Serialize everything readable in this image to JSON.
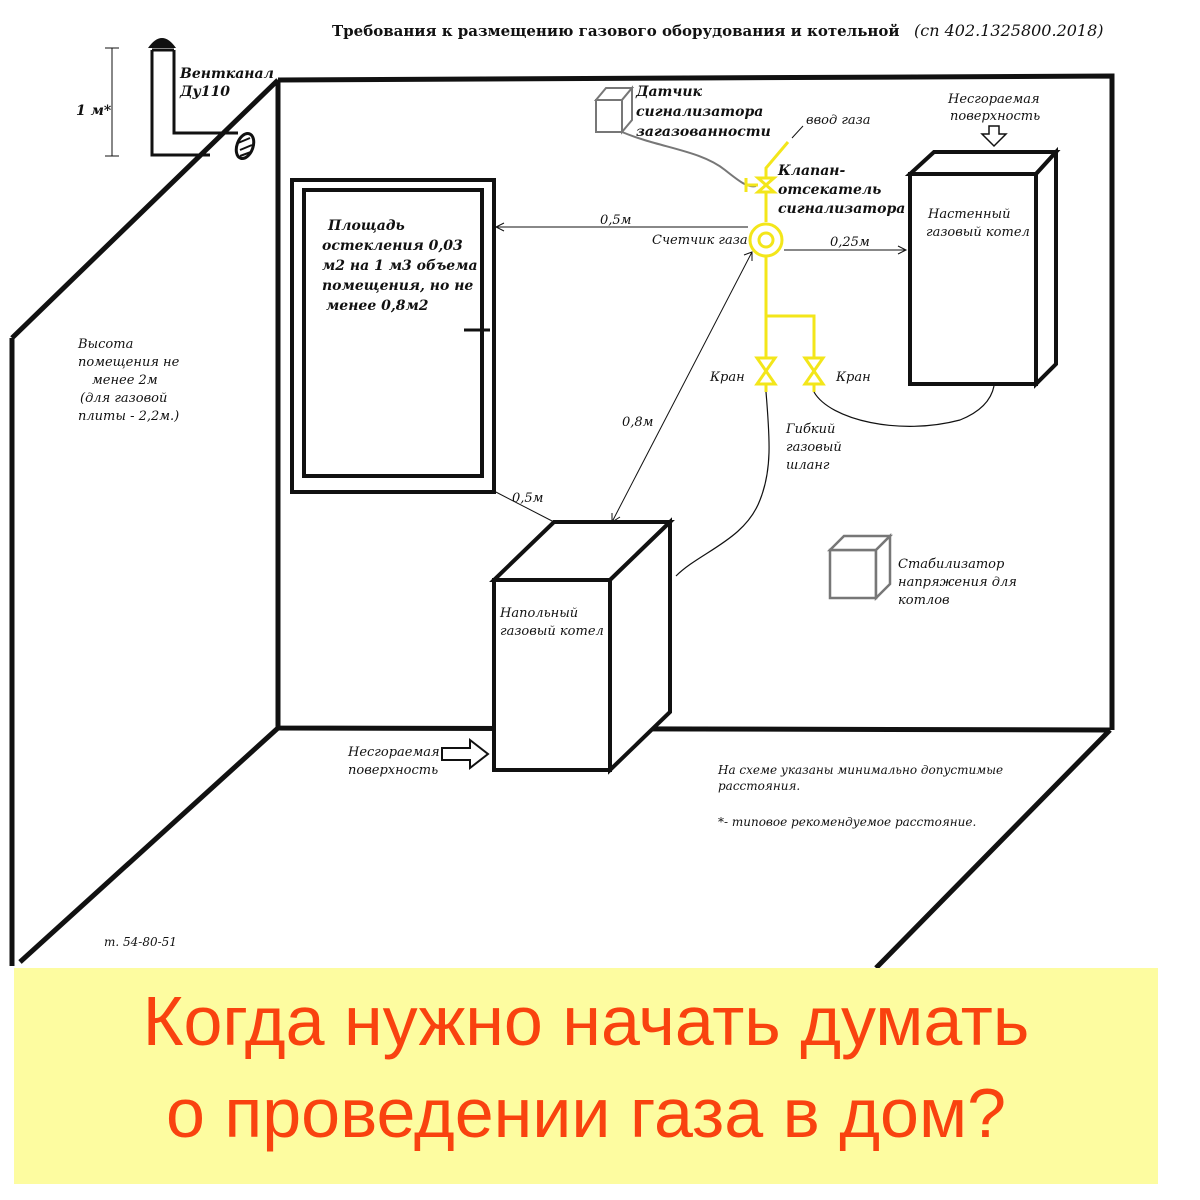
{
  "header": {
    "title": "Требования к размещению газового оборудования и котельной",
    "standard": "(сп 402.1325800.2018)"
  },
  "labels": {
    "vent_name": "Вентканал",
    "vent_size": "Ду110",
    "vent_height": "1 м*",
    "window_area": [
      "Площадь",
      "остекления 0,03",
      "м2 на 1 м3 объема",
      "помещения, но не",
      "менее 0,8м2"
    ],
    "room_height": [
      "Высота",
      "помещения не",
      "менее 2м",
      "(для газовой",
      "плиты - 2,2м.)"
    ],
    "sensor": [
      "Датчик",
      "сигнализатора",
      "загазованности"
    ],
    "gas_inlet": "ввод газа",
    "shutoff_valve": [
      "Клапан-",
      "отсекатель",
      "сигнализатора"
    ],
    "meter": "Счетчик газа",
    "dist_window_meter": "0,5м",
    "dist_meter_wall_boiler": "0,25м",
    "dist_floor_boiler_meter": "0,8м",
    "dist_window_floor_boiler": "0,5м",
    "valve_left": "Кран",
    "valve_right": "Кран",
    "hose": [
      "Гибкий",
      "газовый",
      "шланг"
    ],
    "nonflammable_top": [
      "Несгораемая",
      "поверхность"
    ],
    "wall_boiler": [
      "Настенный",
      "газовый котел"
    ],
    "floor_boiler": [
      "Напольный",
      "газовый котел"
    ],
    "stabilizer": [
      "Стабилизатор",
      "напряжения для",
      "котлов"
    ],
    "nonflammable_bottom": [
      "Несгораемая",
      "поверхность"
    ],
    "note_min": [
      "На схеме указаны минимально допустимые",
      "расстояния."
    ],
    "note_star": "*- типовое рекомендуемое расстояние.",
    "phone": "т. 54-80-51"
  },
  "banner": {
    "line1": "Когда нужно начать думать",
    "line2": "о проведении газа в дом?"
  },
  "colors": {
    "gas_pipe": "#f3e61a",
    "banner_bg": "#fdfca0",
    "banner_text": "#f9420f",
    "lines": "#111111",
    "sensor_gray": "#777777"
  }
}
